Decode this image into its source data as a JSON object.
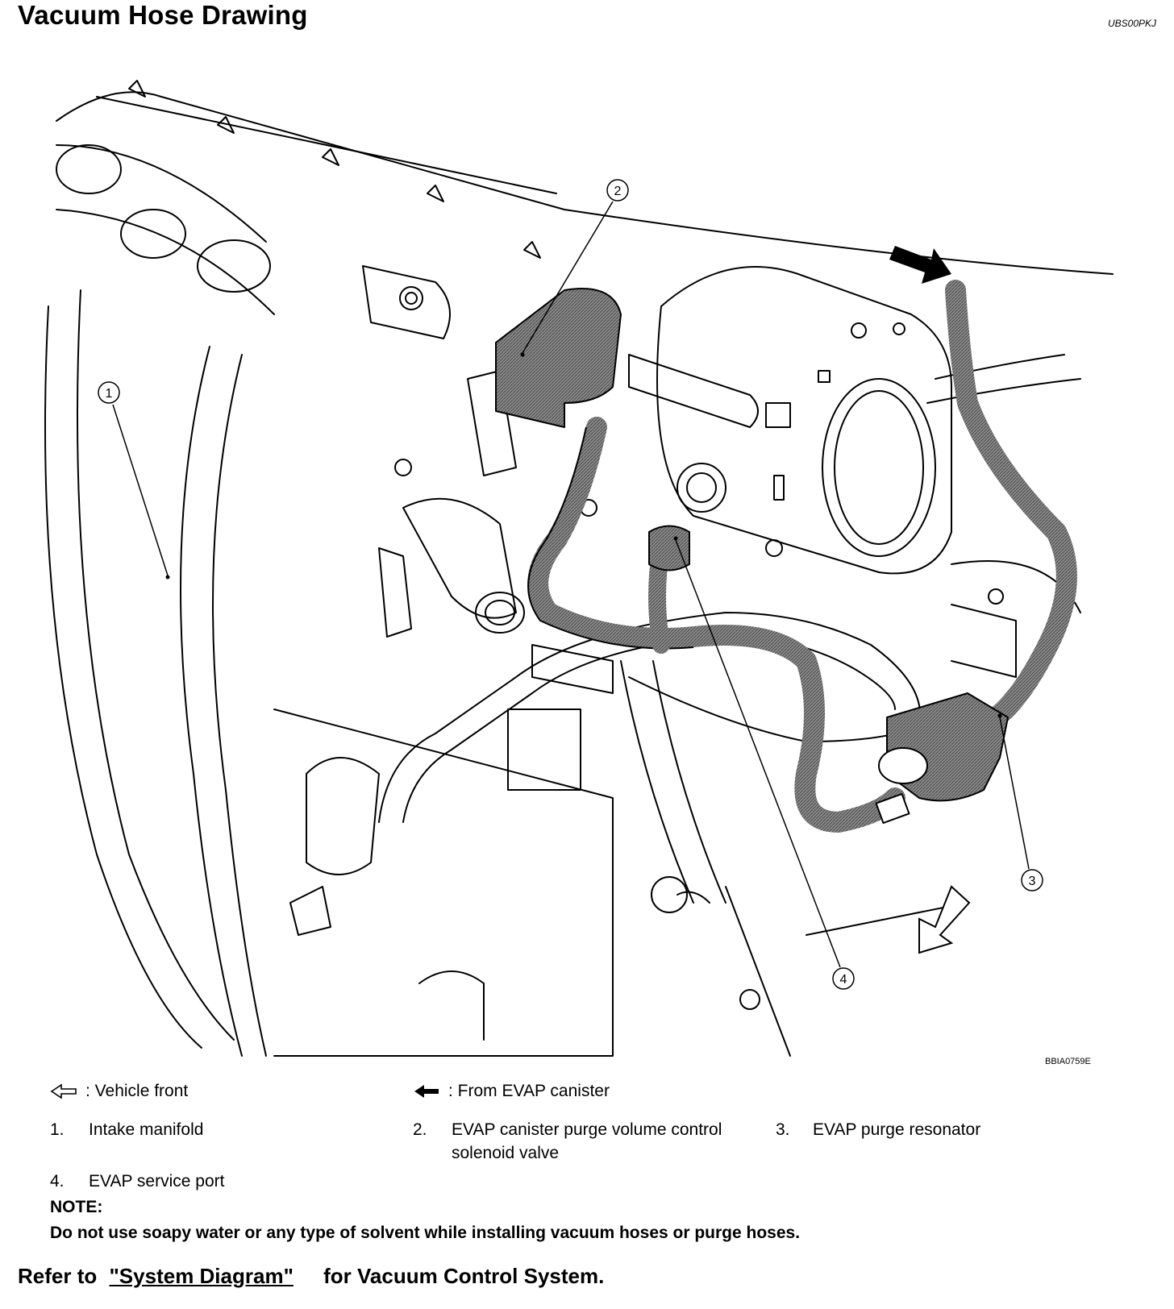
{
  "header": {
    "title": "Vacuum Hose Drawing",
    "doc_code": "UBS00PKJ"
  },
  "figure": {
    "code": "BBIA0759E",
    "callouts": [
      "1",
      "2",
      "3",
      "4"
    ]
  },
  "legend": {
    "vehicle_front": ": Vehicle front",
    "from_evap": ": From EVAP canister"
  },
  "items": [
    {
      "num": "1.",
      "label": "Intake manifold"
    },
    {
      "num": "2.",
      "label": "EVAP canister purge volume control",
      "label2": "solenoid valve"
    },
    {
      "num": "3.",
      "label": "EVAP purge resonator"
    },
    {
      "num": "4.",
      "label": "EVAP service port"
    }
  ],
  "note": {
    "heading": "NOTE:",
    "text": "Do not use soapy water or any type of solvent while installing vacuum hoses or purge hoses."
  },
  "refer": {
    "prefix": "Refer to",
    "link": "\"System Diagram\"",
    "suffix": "for Vacuum Control System."
  }
}
